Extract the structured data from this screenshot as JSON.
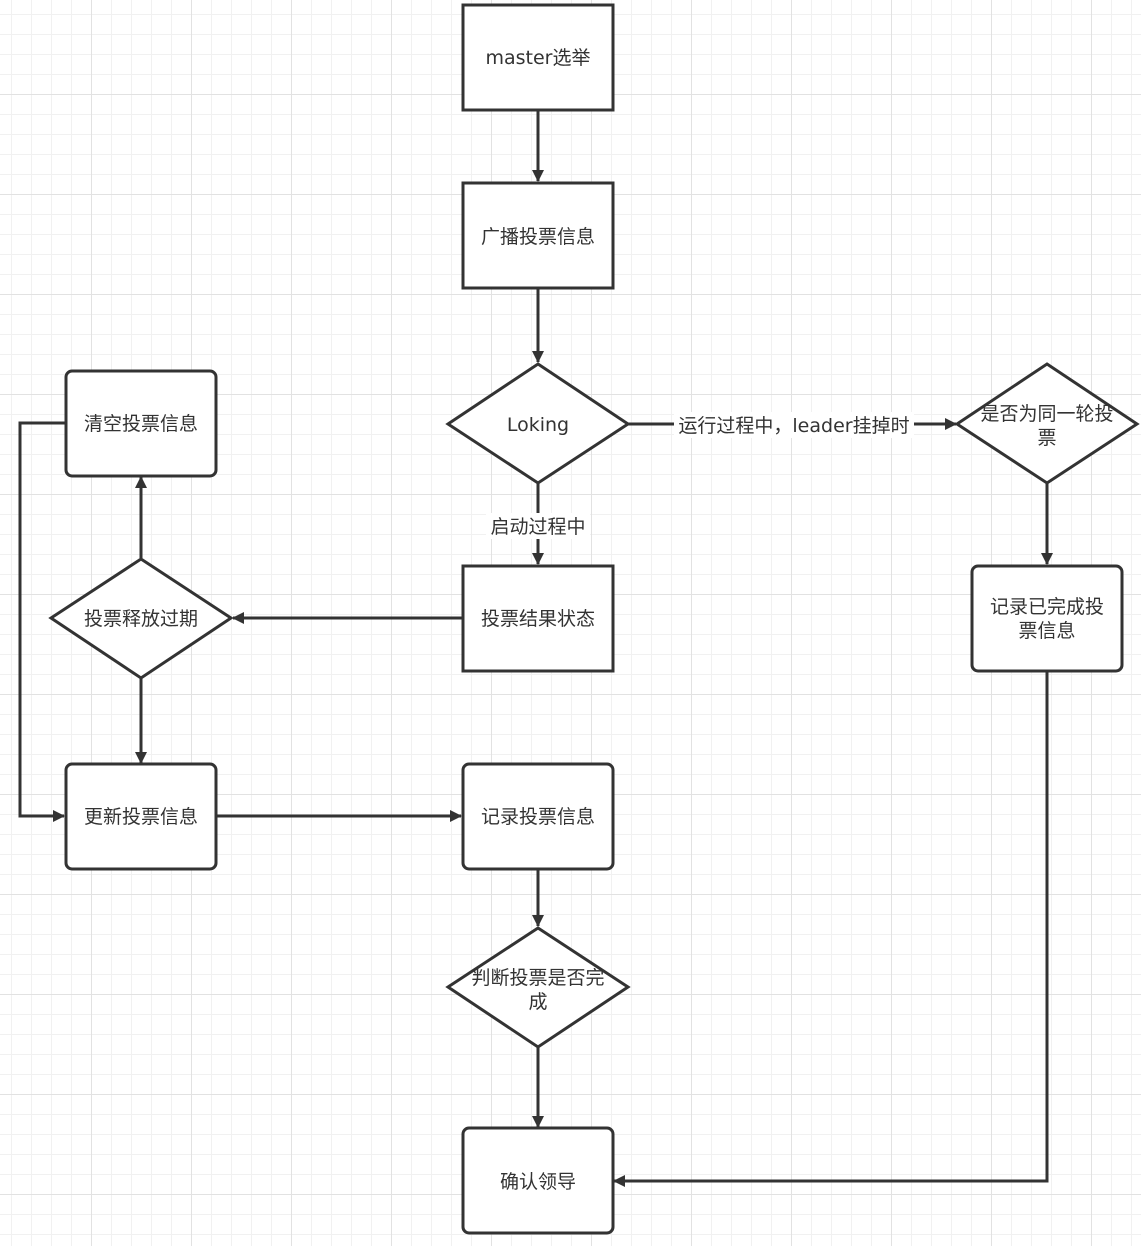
{
  "nodes": {
    "master_election": "master选举",
    "broadcast_vote": "广播投票信息",
    "looking": "Loking",
    "same_round_line1": "是否为同一轮投",
    "same_round_line2": "票",
    "clear_votes": "清空投票信息",
    "vote_expired": "投票释放过期",
    "vote_result_state": "投票结果状态",
    "record_completed_line1": "记录已完成投",
    "record_completed_line2": "票信息",
    "update_votes": "更新投票信息",
    "record_votes": "记录投票信息",
    "vote_complete_line1": "判断投票是否完",
    "vote_complete_line2": "成",
    "confirm_leader": "确认领导"
  },
  "edges": {
    "runtime_leader_down": "运行过程中，leader挂掉时",
    "startup": "启动过程中"
  },
  "colors": {
    "stroke": "#333333",
    "text": "#333333",
    "background": "#ffffff",
    "grid_major": "#e2e2e2",
    "grid_minor": "#f1f1f1"
  }
}
